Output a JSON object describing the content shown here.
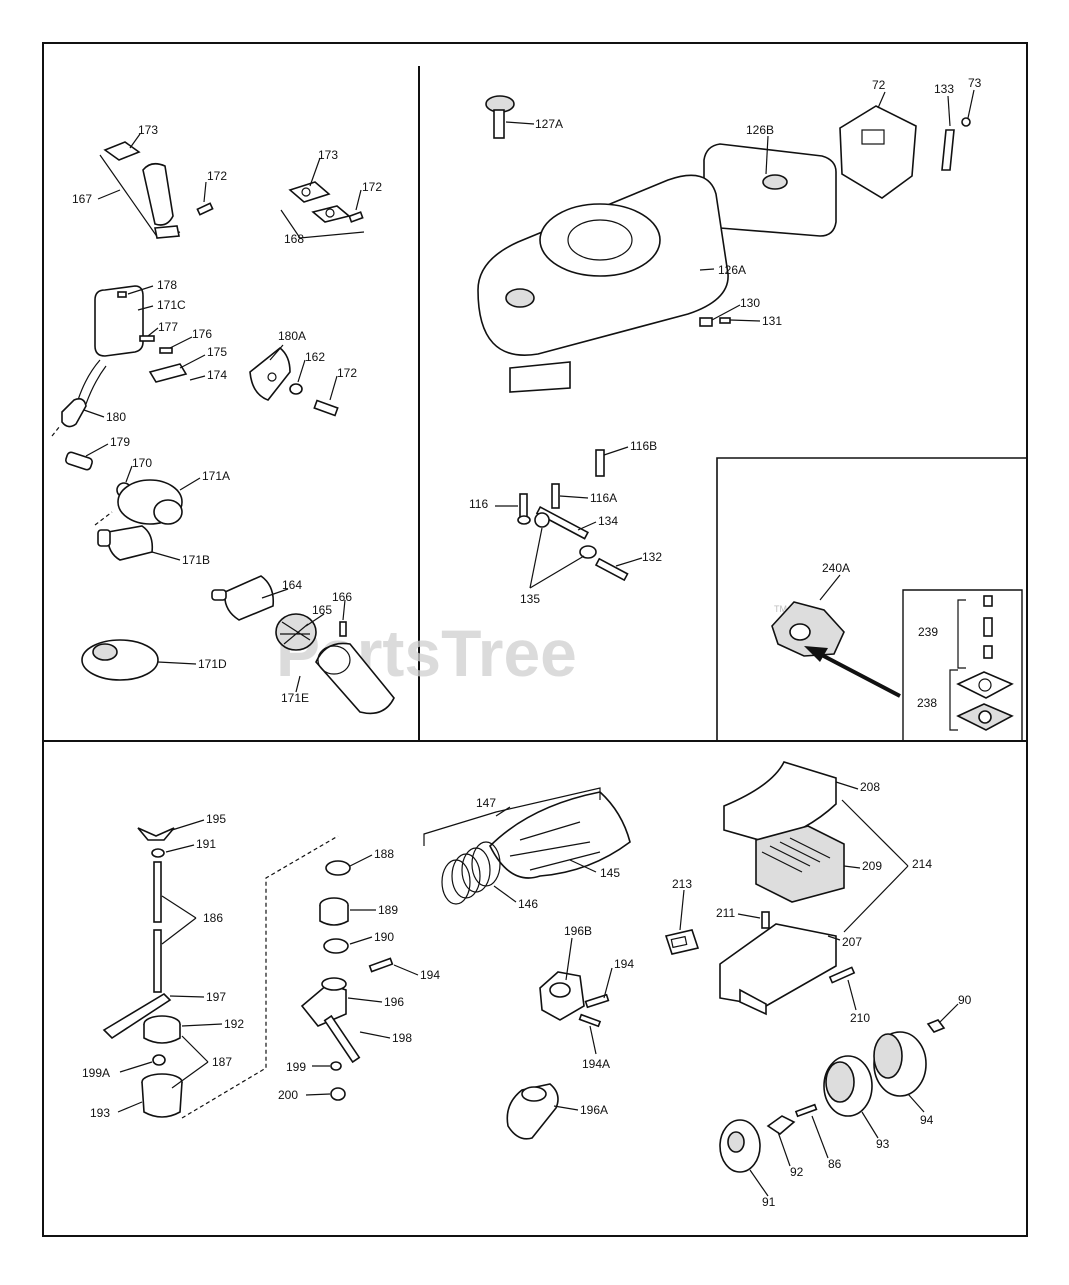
{
  "watermark": {
    "text": "PartsTree",
    "mark": "TM"
  },
  "labels": {
    "p173a": "173",
    "p167": "167",
    "p172a": "172",
    "p173b": "173",
    "p172b": "172",
    "p168": "168",
    "p178": "178",
    "p171c": "171C",
    "p177": "177",
    "p176": "176",
    "p175": "175",
    "p174": "174",
    "p180a": "180A",
    "p162": "162",
    "p172c": "172",
    "p180": "180",
    "p179": "179",
    "p170": "170",
    "p171a": "171A",
    "p171b": "171B",
    "p164": "164",
    "p166": "166",
    "p165": "165",
    "p171d": "171D",
    "p171e": "171E",
    "p127a": "127A",
    "p126b": "126B",
    "p72": "72",
    "p133": "133",
    "p73": "73",
    "p126a": "126A",
    "p130": "130",
    "p131": "131",
    "p116b": "116B",
    "p116": "116",
    "p116a": "116A",
    "p134": "134",
    "p132": "132",
    "p135": "135",
    "p240a": "240A",
    "p239": "239",
    "p238": "238",
    "p195": "195",
    "p191": "191",
    "p186": "186",
    "p197": "197",
    "p192": "192",
    "p199a": "199A",
    "p187": "187",
    "p193": "193",
    "p188": "188",
    "p189": "189",
    "p190": "190",
    "p194a": "194",
    "p196": "196",
    "p198": "198",
    "p199": "199",
    "p200": "200",
    "p147": "147",
    "p145": "145",
    "p146": "146",
    "p196b": "196B",
    "p194b": "194",
    "p194aa": "194A",
    "p196a": "196A",
    "p208": "208",
    "p214": "214",
    "p209": "209",
    "p213": "213",
    "p211": "211",
    "p207": "207",
    "p210": "210",
    "p90": "90",
    "p94": "94",
    "p93": "93",
    "p86": "86",
    "p92": "92",
    "p91": "91"
  }
}
